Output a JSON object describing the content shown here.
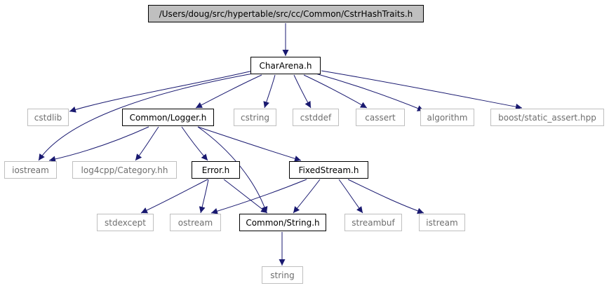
{
  "diagram": {
    "nodes": [
      {
        "id": "root",
        "label": "/Users/doug/src/hypertable/src/cc/Common/CstrHashTraits.h",
        "kind": "root"
      },
      {
        "id": "chararena",
        "label": "CharArena.h",
        "kind": "local"
      },
      {
        "id": "cstdlib",
        "label": "cstdlib",
        "kind": "external"
      },
      {
        "id": "logger",
        "label": "Common/Logger.h",
        "kind": "local"
      },
      {
        "id": "cstring",
        "label": "cstring",
        "kind": "external"
      },
      {
        "id": "cstddef",
        "label": "cstddef",
        "kind": "external"
      },
      {
        "id": "cassert",
        "label": "cassert",
        "kind": "external"
      },
      {
        "id": "algorithm",
        "label": "algorithm",
        "kind": "external"
      },
      {
        "id": "static_assert",
        "label": "boost/static_assert.hpp",
        "kind": "external"
      },
      {
        "id": "iostream",
        "label": "iostream",
        "kind": "external"
      },
      {
        "id": "log4cpp",
        "label": "log4cpp/Category.hh",
        "kind": "external"
      },
      {
        "id": "error",
        "label": "Error.h",
        "kind": "local"
      },
      {
        "id": "fixedstream",
        "label": "FixedStream.h",
        "kind": "local"
      },
      {
        "id": "stdexcept",
        "label": "stdexcept",
        "kind": "external"
      },
      {
        "id": "ostream",
        "label": "ostream",
        "kind": "external"
      },
      {
        "id": "common_string",
        "label": "Common/String.h",
        "kind": "local"
      },
      {
        "id": "streambuf",
        "label": "streambuf",
        "kind": "external"
      },
      {
        "id": "istream",
        "label": "istream",
        "kind": "external"
      },
      {
        "id": "string",
        "label": "string",
        "kind": "external"
      }
    ],
    "edges": [
      {
        "from": "root",
        "to": "chararena"
      },
      {
        "from": "chararena",
        "to": "cstdlib"
      },
      {
        "from": "chararena",
        "to": "iostream"
      },
      {
        "from": "chararena",
        "to": "logger"
      },
      {
        "from": "chararena",
        "to": "cstring"
      },
      {
        "from": "chararena",
        "to": "cstddef"
      },
      {
        "from": "chararena",
        "to": "cassert"
      },
      {
        "from": "chararena",
        "to": "algorithm"
      },
      {
        "from": "chararena",
        "to": "static_assert"
      },
      {
        "from": "logger",
        "to": "iostream"
      },
      {
        "from": "logger",
        "to": "log4cpp"
      },
      {
        "from": "logger",
        "to": "error"
      },
      {
        "from": "logger",
        "to": "fixedstream"
      },
      {
        "from": "logger",
        "to": "common_string"
      },
      {
        "from": "error",
        "to": "stdexcept"
      },
      {
        "from": "error",
        "to": "ostream"
      },
      {
        "from": "error",
        "to": "common_string"
      },
      {
        "from": "fixedstream",
        "to": "ostream"
      },
      {
        "from": "fixedstream",
        "to": "common_string"
      },
      {
        "from": "fixedstream",
        "to": "streambuf"
      },
      {
        "from": "fixedstream",
        "to": "istream"
      },
      {
        "from": "common_string",
        "to": "string"
      }
    ],
    "colors": {
      "edge": "#191970",
      "root_fill": "#bfbfbf",
      "local_border": "#000000",
      "external_border": "#bfbfbf",
      "external_text": "#6e6e6e"
    }
  }
}
